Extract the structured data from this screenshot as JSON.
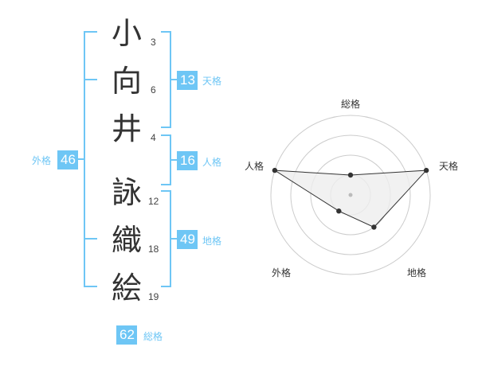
{
  "name_chars": [
    {
      "char": "小",
      "strokes": "3"
    },
    {
      "char": "向",
      "strokes": "6"
    },
    {
      "char": "井",
      "strokes": "4"
    },
    {
      "char": "詠",
      "strokes": "12"
    },
    {
      "char": "織",
      "strokes": "18"
    },
    {
      "char": "絵",
      "strokes": "19"
    }
  ],
  "grades": {
    "tenkaku": {
      "value": "13",
      "label": "天格"
    },
    "jinkaku": {
      "value": "16",
      "label": "人格"
    },
    "chikaku": {
      "value": "49",
      "label": "地格"
    },
    "gaikaku": {
      "value": "46",
      "label": "外格"
    },
    "soukaku": {
      "value": "62",
      "label": "総格"
    }
  },
  "chart_data": {
    "type": "radar",
    "axes": [
      "総格",
      "天格",
      "地格",
      "外格",
      "人格"
    ],
    "values": [
      1,
      4,
      2,
      1,
      4
    ],
    "rmax": 4,
    "rings": 4,
    "colors": {
      "accent": "#6ec6f5",
      "fill": "#eeeeee",
      "line": "#333333",
      "grid": "#cccccc"
    }
  }
}
